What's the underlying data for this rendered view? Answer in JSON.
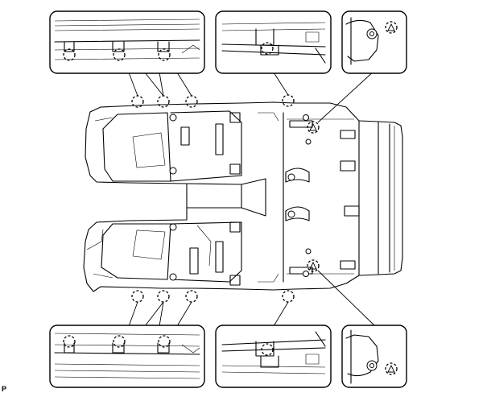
{
  "figure": {
    "corner_label": "P",
    "background": "#ffffff",
    "line_color": "#000000"
  },
  "parts": [
    "floor-carpet-outline",
    "clip-callout-top-left",
    "clip-callout-top-center",
    "clip-callout-top-right",
    "clip-callout-bottom-left",
    "clip-callout-bottom-center",
    "clip-callout-bottom-right"
  ]
}
